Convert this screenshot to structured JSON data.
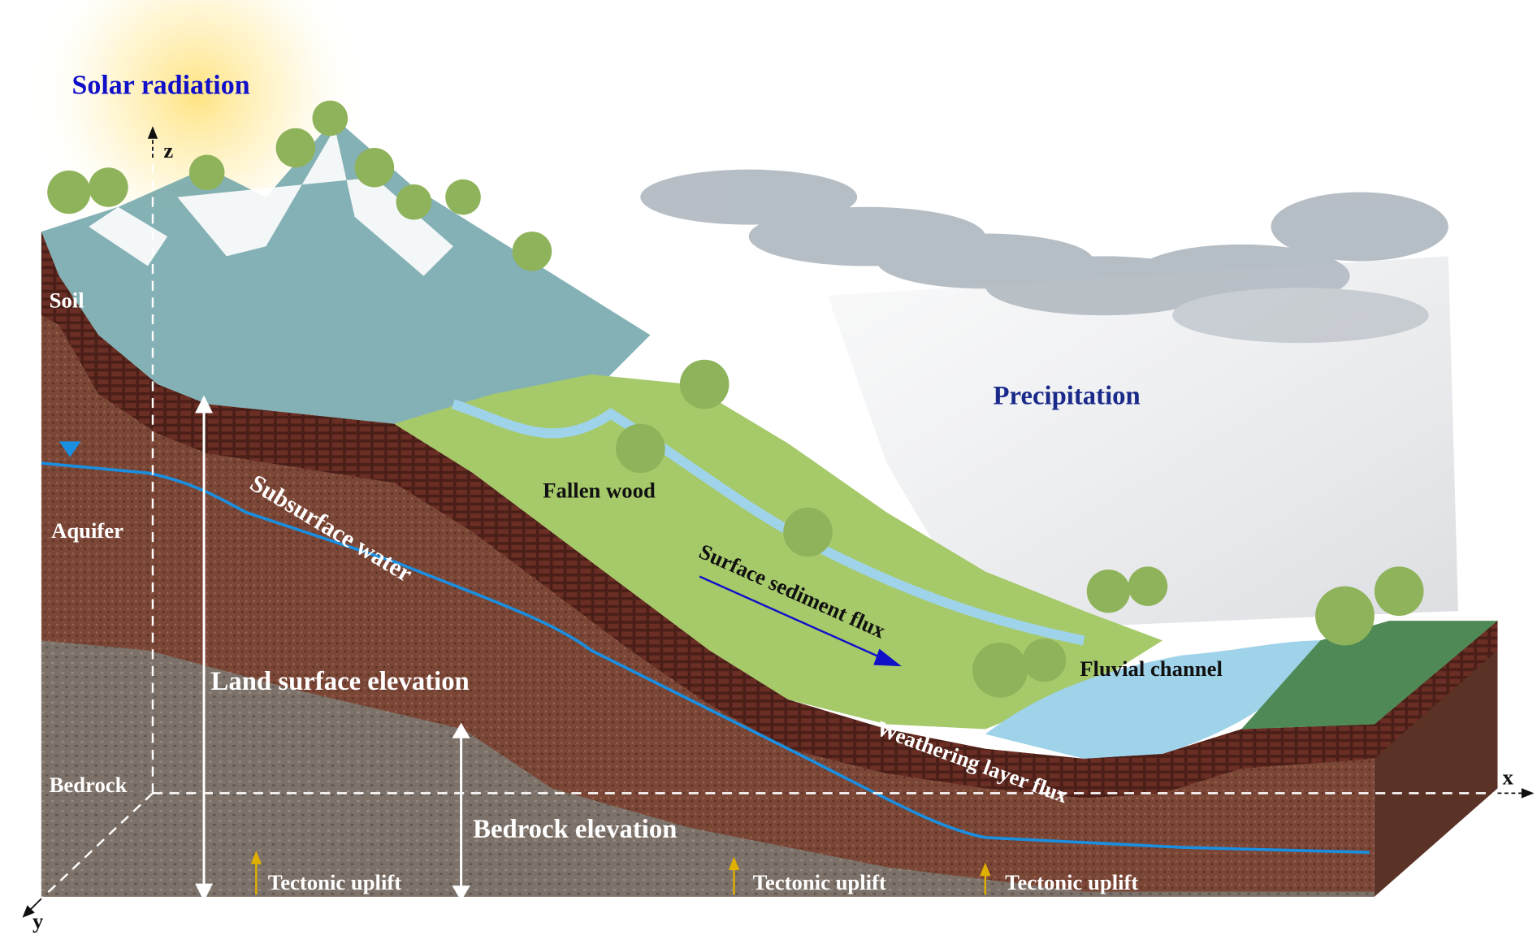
{
  "labels": {
    "solar_radiation": "Solar radiation",
    "precipitation": "Precipitation",
    "soil": "Soil",
    "aquifer": "Aquifer",
    "bedrock": "Bedrock",
    "subsurface_water": "Subsurface water",
    "fallen_wood": "Fallen wood",
    "surface_sediment_flux": "Surface sediment flux",
    "fluvial_channel": "Fluvial channel",
    "weathering_layer_flux": "Weathering layer flux",
    "land_surface_elevation": "Land surface elevation",
    "bedrock_elevation": "Bedrock elevation",
    "tectonic_uplift": [
      "Tectonic uplift",
      "Tectonic uplift",
      "Tectonic uplift"
    ]
  },
  "axes": {
    "x": "x",
    "y": "y",
    "z": "z"
  },
  "colors": {
    "solar_label": "#1010c8",
    "precip_label": "#1a2a8a",
    "water_table": "#1a8fe0",
    "soil": "#5a2a22",
    "aquifer": "#7a4a3a",
    "bedrock": "#7b7068",
    "uplift_arrow": "#e0b000"
  }
}
